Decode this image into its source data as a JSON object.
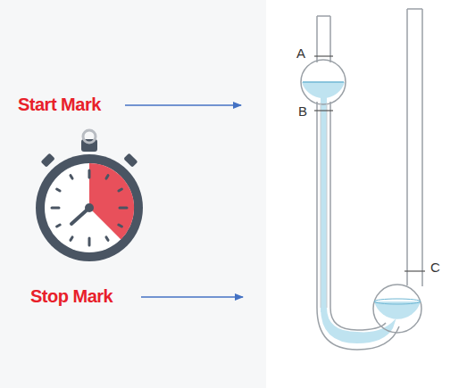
{
  "diagram": {
    "labels": [
      "Start Mark",
      "Stop Mark",
      "A",
      "B",
      "C"
    ]
  }
}
